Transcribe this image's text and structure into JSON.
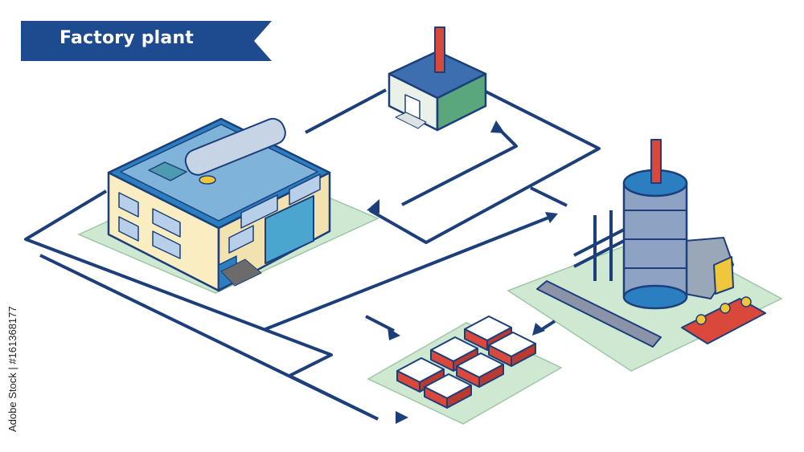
{
  "title": "Factory plant",
  "stock_credit": "Adobe Stock | #161368177",
  "colors": {
    "banner": "#1e4b8f",
    "flow_line": "#1c3f7a",
    "outline": "#1c3f7a",
    "ground": "#cfe8d2",
    "building_wall": "#faedc2",
    "hall_roof": "#2b7fc1",
    "reactor_body": "#8ea3c4",
    "chimney": "#d9483b",
    "roof_green": "#5aa77d"
  },
  "nodes": [
    {
      "id": "main-factory",
      "icon": "factory-building-icon"
    },
    {
      "id": "boiler-house",
      "icon": "small-building-chimney-icon"
    },
    {
      "id": "reactor-plant",
      "icon": "reactor-tank-icon"
    },
    {
      "id": "product-storage",
      "icon": "pallet-storage-icon"
    }
  ]
}
